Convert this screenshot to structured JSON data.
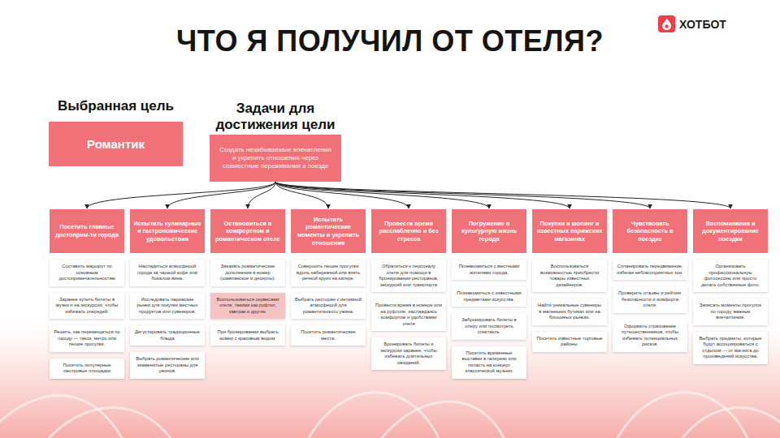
{
  "diagram": {
    "title": "ЧТО Я ПОЛУЧИЛ ОТ ОТЕЛЯ?",
    "nodes": [
      {
        "text": [
          "Выбранная цель",
          "Романтик"
        ]
      },
      {
        "text": [
          "Задачи для достижения цели",
          "Создать незабываемые впечатления и укрепить отношения через совместные переживания в поезде"
        ]
      },
      {
        "text": [
          "Посетить главные достоприм-ти города"
        ]
      },
      {
        "text": [
          "Составить маршрут по основным достопримечательностям"
        ]
      },
      {
        "text": [
          "Заранее купить билеты в музеи и на экскурсии, чтобы избежать очередей."
        ]
      },
      {
        "text": [
          "Решить, как перемещаться по городу — такси, метро или пешие прогулки."
        ]
      },
      {
        "text": [
          "Посетить популярные смотровые площадки"
        ]
      },
      {
        "text": [
          "Испытать кулинарные и гастрономические удовольствия"
        ]
      },
      {
        "text": [
          "Насладиться атмосферой города за чашкой кофе или бокалом вина."
        ]
      },
      {
        "text": [
          "Исследовать парижские рынки для покупки местных продуктов или сувениров."
        ]
      },
      {
        "text": [
          "Дегустировать традиционные блюда"
        ]
      },
      {
        "text": [
          "Выбрать романтические или знаменитые рестораны для ужинов."
        ]
      },
      {
        "text": [
          "Остановиться в комфортном и романтическом отеле"
        ]
      },
      {
        "text": [
          "Заказать романтические дополнения в номер (шампанское и десерты)."
        ]
      },
      {
        "text": [
          "Воспользоваться сервисами отеля, такими как руфтоп, завтрак и другие."
        ]
      },
      {
        "text": [
          "При бронировании выбрать номер с красивым видом."
        ]
      },
      {
        "text": [
          "Испытать романтические моменты и укрепить отношения"
        ]
      },
      {
        "text": [
          "Совершить пешие прогулки вдоль набережной или взять речной круиз на катере."
        ]
      },
      {
        "text": [
          "Выбрать ресторан с интимной атмосферой для романтического ужина."
        ]
      },
      {
        "text": [
          "Посетить романтические места."
        ]
      },
      {
        "text": [
          "Провести время расслабленно и без стресса"
        ]
      },
      {
        "text": [
          "Обратиться к персоналу отеля для помощи в бронировании ресторанов, экскурсий или транспорта"
        ]
      },
      {
        "text": [
          "Провести время в номере или на руфтопе, наслаждаясь комфортом и удобствами отеля"
        ]
      },
      {
        "text": [
          "Бронировать билеты и экскурсии заранее, чтобы избежать длительных ожиданий."
        ]
      },
      {
        "text": [
          "Погружение в культурную жизнь города"
        ]
      },
      {
        "text": [
          "Познакомиться с местными жителями города."
        ]
      },
      {
        "text": [
          "Познакомиться с известными предметами искусства."
        ]
      },
      {
        "text": [
          "Забронировать билеты в оперу или посмотреть спектакль."
        ]
      },
      {
        "text": [
          "Посетить временные выставки в галереях или попасть на концерт классической музыки."
        ]
      },
      {
        "text": [
          "Покупки и шопинг в известных парижских магазинах"
        ]
      },
      {
        "text": [
          "Воспользоваться возможностью приобрести товары известных дизайнеров."
        ]
      },
      {
        "text": [
          "Найти уникальные сувениры в маленьких бутиках или на блошиных рынках."
        ]
      },
      {
        "text": [
          "Посетить известные торговые районы."
        ]
      },
      {
        "text": [
          "Чувствовать безопасность в поездке"
        ]
      },
      {
        "text": [
          "Спланировать передвижение, избегая неблагоприятных зон."
        ]
      },
      {
        "text": [
          "Проверить отзывы и рейтинг безопасности и комфорта отеля."
        ]
      },
      {
        "text": [
          "Оформить страхование путешественников, чтобы избежать потенциальных рисков."
        ]
      },
      {
        "text": [
          "Воспоминания и документирование поездки"
        ]
      },
      {
        "text": [
          "Организовать профессиональную фотосессию или просто делать собственные фото."
        ]
      },
      {
        "text": [
          "Записать моменты прогулок по городу, важные впечатления."
        ]
      },
      {
        "text": [
          "Выбрать предметы, которые будут ассоциироваться с отдыхом — от магнита до произведений искусства."
        ]
      }
    ],
    "edges": [
      {
        "from": 1,
        "to": 2,
        "arrow": "to"
      },
      {
        "from": 1,
        "to": 7,
        "arrow": "to"
      },
      {
        "from": 1,
        "to": 12,
        "arrow": "to"
      },
      {
        "from": 1,
        "to": 16,
        "arrow": "to"
      },
      {
        "from": 1,
        "to": 20,
        "arrow": "to"
      },
      {
        "from": 1,
        "to": 24,
        "arrow": "to"
      },
      {
        "from": 1,
        "to": 29,
        "arrow": "to"
      },
      {
        "from": 1,
        "to": 33,
        "arrow": "to"
      },
      {
        "from": 1,
        "to": 37,
        "arrow": "to"
      }
    ],
    "labels": [
      "ХОТБОТ"
    ]
  }
}
